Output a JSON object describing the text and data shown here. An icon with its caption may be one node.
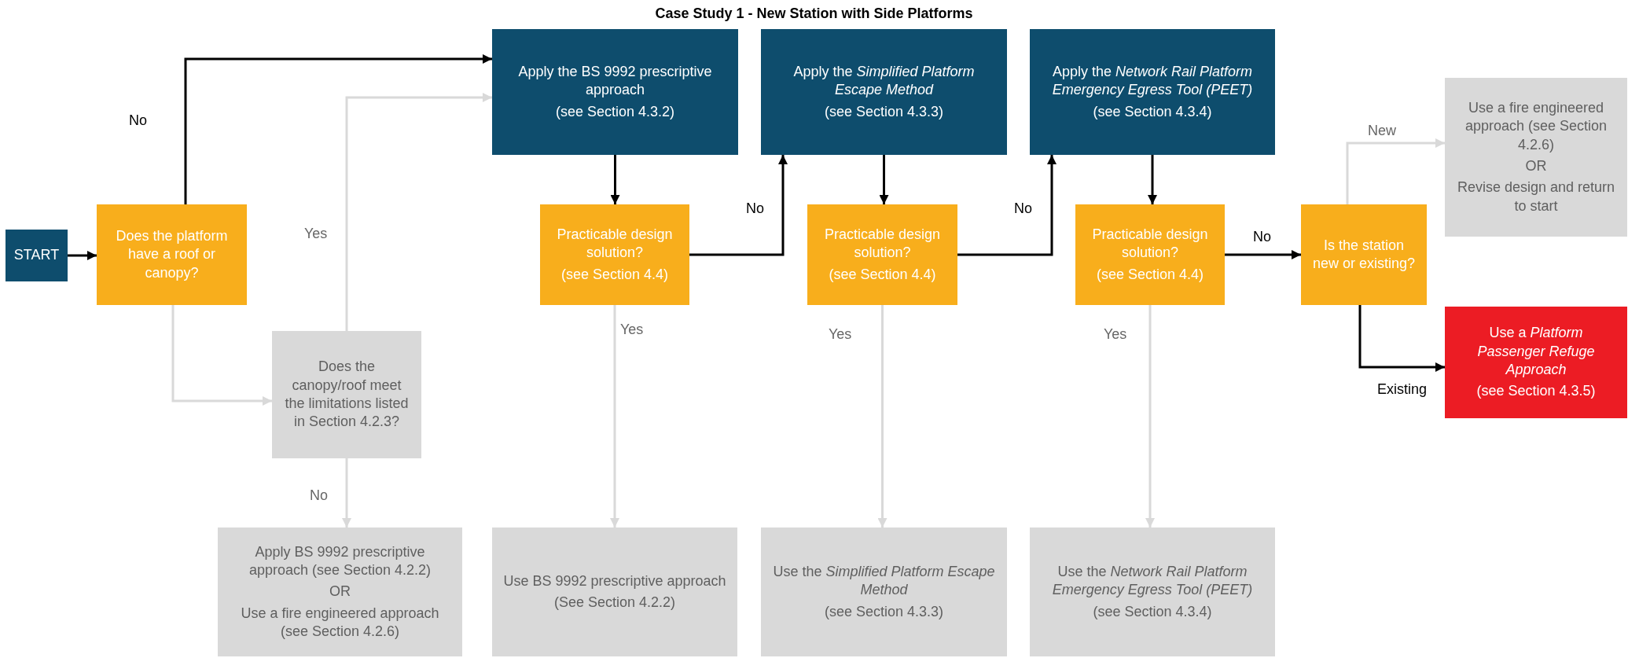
{
  "diagram": {
    "title": "Case Study 1 - New Station with Side Platforms",
    "nodes": [
      {
        "text": [
          "START"
        ]
      },
      {
        "text": [
          "Does the platform have a roof or canopy?"
        ]
      },
      {
        "text": [
          "Apply the BS 9992 prescriptive approach",
          "(see Section 4.3.2)"
        ]
      },
      {
        "text": [
          "Practicable design solution?",
          "(see Section 4.4)"
        ]
      },
      {
        "text": [
          "Apply the *Simplified Platform Escape Method*",
          "(see Section 4.3.3)"
        ]
      },
      {
        "text": [
          "Practicable design solution?",
          "(see Section 4.4)"
        ]
      },
      {
        "text": [
          "Apply the *Network Rail Platform Emergency Egress Tool (PEET)*",
          "(see Section 4.3.4)"
        ]
      },
      {
        "text": [
          "Practicable design solution?",
          "(see Section 4.4)"
        ]
      },
      {
        "text": [
          "Is the station new or existing?"
        ]
      },
      {
        "text": [
          "Use a fire engineered approach (see Section 4.2.6)",
          "OR",
          "Revise design and return to start"
        ]
      },
      {
        "text": [
          "Use a *Platform Passenger Refuge Approach*",
          "(see Section 4.3.5)"
        ]
      },
      {
        "text": [
          "Does the canopy/roof meet the limitations listed in Section 4.2.3?"
        ]
      },
      {
        "text": [
          "Apply BS 9992 prescriptive approach (see Section 4.2.2)",
          "OR",
          "Use a fire engineered approach (see Section 4.2.6)"
        ]
      },
      {
        "text": [
          "Use BS 9992 prescriptive approach",
          "(See Section 4.2.2)"
        ]
      },
      {
        "text": [
          "Use the *Simplified Platform Escape Method*",
          "(see Section 4.3.3)"
        ]
      },
      {
        "text": [
          "Use the *Network Rail Platform Emergency Egress Tool (PEET)*",
          "(see Section 4.3.4)"
        ]
      }
    ],
    "edges": [
      {
        "from": 0,
        "to": 1,
        "arrow": "to"
      },
      {
        "from": 1,
        "to": 2,
        "arrow": "to",
        "label": "No"
      },
      {
        "from": 1,
        "to": 11,
        "arrow": "to",
        "color": "#d9d9d9"
      },
      {
        "from": 11,
        "to": 2,
        "arrow": "to",
        "label": "Yes",
        "color": "#d9d9d9"
      },
      {
        "from": 11,
        "to": 12,
        "arrow": "to",
        "label": "No",
        "color": "#d9d9d9"
      },
      {
        "from": 2,
        "to": 3,
        "arrow": "to"
      },
      {
        "from": 3,
        "to": 13,
        "arrow": "to",
        "label": "Yes",
        "color": "#d9d9d9"
      },
      {
        "from": 3,
        "to": 4,
        "arrow": "to",
        "label": "No"
      },
      {
        "from": 4,
        "to": 5,
        "arrow": "to"
      },
      {
        "from": 5,
        "to": 14,
        "arrow": "to",
        "label": "Yes",
        "color": "#d9d9d9"
      },
      {
        "from": 5,
        "to": 6,
        "arrow": "to",
        "label": "No"
      },
      {
        "from": 6,
        "to": 7,
        "arrow": "to"
      },
      {
        "from": 7,
        "to": 15,
        "arrow": "to",
        "label": "Yes",
        "color": "#d9d9d9"
      },
      {
        "from": 7,
        "to": 8,
        "arrow": "to",
        "label": "No"
      },
      {
        "from": 8,
        "to": 9,
        "arrow": "to",
        "label": "New",
        "color": "#d9d9d9"
      },
      {
        "from": 8,
        "to": 10,
        "arrow": "to",
        "label": "Existing"
      }
    ]
  }
}
